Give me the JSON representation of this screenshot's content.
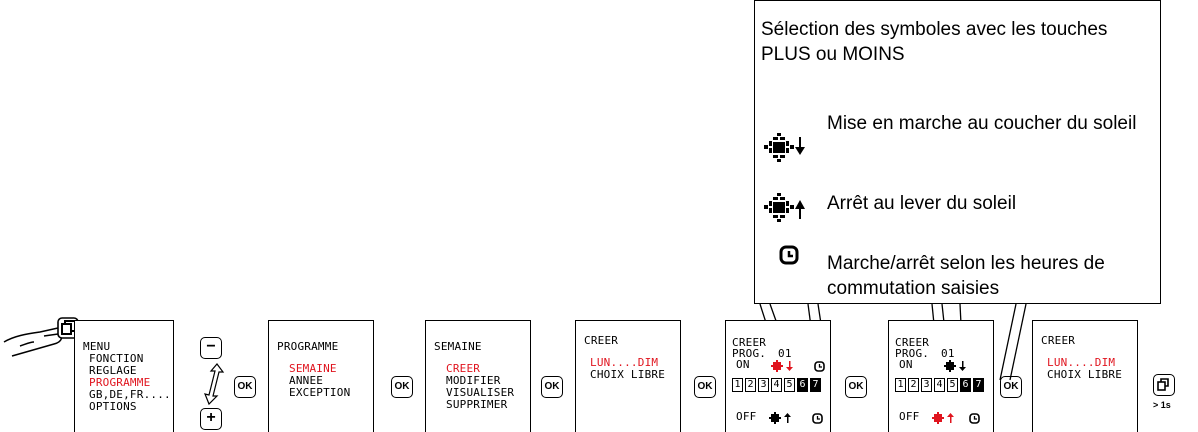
{
  "callout": {
    "heading": "Sélection des symboles avec les touches PLUS ou MOINS",
    "items": [
      {
        "icon": "sun-down-icon",
        "text": "Mise en marche au coucher du soleil"
      },
      {
        "icon": "sun-up-icon",
        "text": "Arrêt au lever du soleil"
      },
      {
        "icon": "clock-icon",
        "text": "Marche/arrêt selon les heures de commutation saisies"
      }
    ]
  },
  "colors": {
    "highlight": "#e0141e"
  },
  "screen1": {
    "items": [
      "MENU",
      "FONCTION",
      "REGLAGE",
      "PROGRAMME",
      "GB,DE,FR....",
      "OPTIONS"
    ]
  },
  "screen2": {
    "title": "PROGRAMME",
    "items": [
      "SEMAINE",
      "ANNEE",
      "EXCEPTION"
    ]
  },
  "screen3": {
    "title": "SEMAINE",
    "items": [
      "CREER",
      "MODIFIER",
      "VISUALISER",
      "SUPPRIMER"
    ]
  },
  "screen4": {
    "title": "CREER",
    "items": [
      "LUN....DIM",
      "CHOIX LIBRE"
    ]
  },
  "screen5": {
    "title": "CREER",
    "prog": "PROG.",
    "prog_num": "01",
    "on": "ON",
    "off": "OFF",
    "days": [
      "1",
      "2",
      "3",
      "4",
      "5",
      "6",
      "7"
    ]
  },
  "screen6": {
    "title": "CREER",
    "prog": "PROG.",
    "prog_num": "01",
    "on": "ON",
    "off": "OFF",
    "days": [
      "1",
      "2",
      "3",
      "4",
      "5",
      "6",
      "7"
    ]
  },
  "screen7": {
    "title": "CREER",
    "items": [
      "LUN....DIM",
      "CHOIX LIBRE"
    ]
  },
  "buttons": {
    "ok": "OK",
    "minus": "−",
    "plus": "+",
    "hold": "> 1s"
  }
}
